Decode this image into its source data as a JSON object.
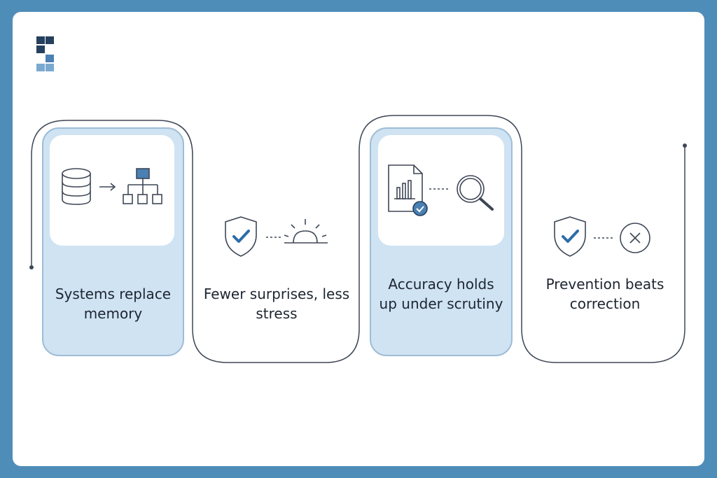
{
  "colors": {
    "background": "#4f8db9",
    "card_fill": "#cfe3f3",
    "card_border": "#9fbdd6",
    "line": "#3e4756",
    "accent": "#2d6da8",
    "icon_fill": "#4a80b3"
  },
  "steps": [
    {
      "label": "Systems replace memory",
      "icon": "database-to-hierarchy-icon",
      "style": "filled"
    },
    {
      "label": "Fewer surprises, less stress",
      "icon": "shield-check-sunrise-icon",
      "style": "outline"
    },
    {
      "label": "Accuracy holds up under scrutiny",
      "icon": "report-magnifier-icon",
      "style": "filled"
    },
    {
      "label": "Prevention beats correction",
      "icon": "shield-check-x-icon",
      "style": "outline"
    }
  ]
}
